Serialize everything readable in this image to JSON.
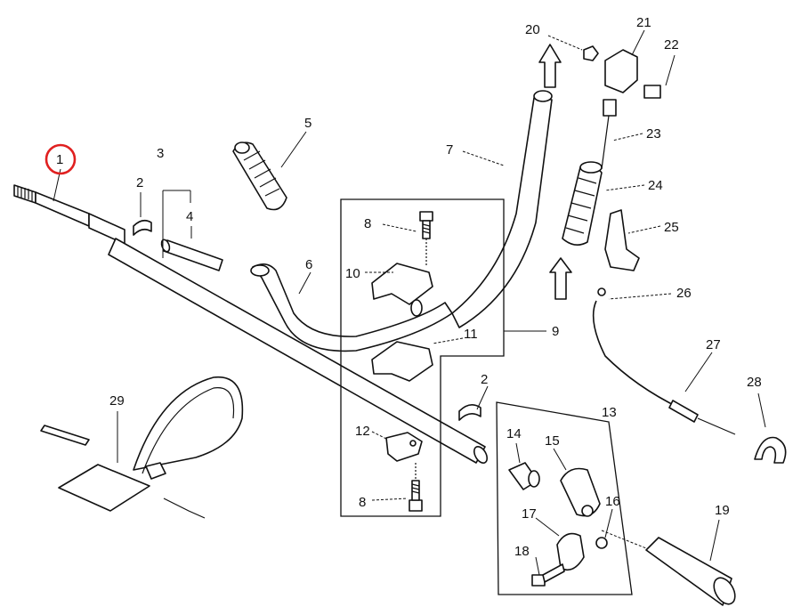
{
  "labels": {
    "p1": "1",
    "p2a": "2",
    "p2b": "2",
    "p3": "3",
    "p4": "4",
    "p5": "5",
    "p6": "6",
    "p7": "7",
    "p8a": "8",
    "p8b": "8",
    "p9": "9",
    "p10": "10",
    "p11": "11",
    "p12": "12",
    "p13": "13",
    "p14": "14",
    "p15": "15",
    "p16": "16",
    "p17": "17",
    "p18": "18",
    "p19": "19",
    "p20": "20",
    "p21": "21",
    "p22": "22",
    "p23": "23",
    "p24": "24",
    "p25": "25",
    "p26": "26",
    "p27": "27",
    "p28": "28",
    "p29": "29"
  },
  "highlight": {
    "part": "1",
    "color": "#e02020"
  }
}
